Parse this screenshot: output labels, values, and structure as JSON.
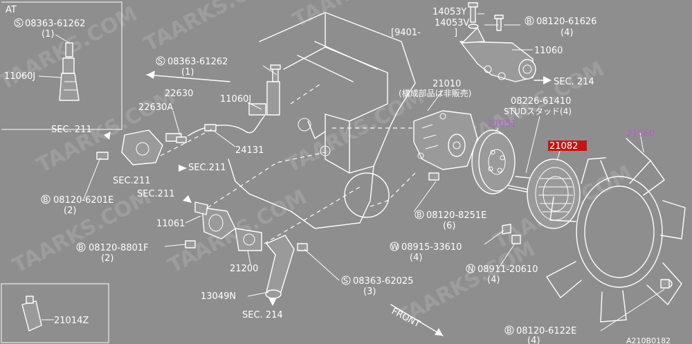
{
  "watermark": "TAARKS.COM",
  "inset": {
    "title": "AT",
    "bolt_circle": "S",
    "bolt_number": "08363-61262",
    "bolt_qty": "(1)",
    "part": "11060J"
  },
  "labels": {
    "l1_num": "14053Y",
    "l2_num": "14053V",
    "l3_num": "[9401-",
    "l3_end": "]",
    "b61626_circle": "B",
    "b61626_num": "08120-61626",
    "b61626_qty": "(4)",
    "p11060": "11060",
    "sec214_top": "SEC. 214",
    "s61262_circle": "S",
    "s61262_num": "08363-61262",
    "s61262_qty": "(1)",
    "p22630": "22630",
    "p22630a": "22630A",
    "p11060j": "11060J",
    "p21010": "21010",
    "p21010_note": "(構成部品は非販売)",
    "stud_num": "08226-61410",
    "stud_label": "STUDスタッド(4)",
    "sec211_a": "SEC. 211",
    "p24131": "24131",
    "p21051": "21051",
    "p21082": "21082",
    "p21060": "21060",
    "sec211_b": "SEC.211",
    "sec211_c": "SEC.211",
    "sec211_d": "SEC.211",
    "b6201e_circle": "B",
    "b6201e_num": "08120-6201E",
    "b6201e_qty": "(2)",
    "b8251e_circle": "B",
    "b8251e_num": "08120-8251E",
    "b8251e_qty": "(6)",
    "p11061": "11061",
    "b8801f_circle": "B",
    "b8801f_num": "08120-8801F",
    "b8801f_qty": "(2)",
    "w33610_circle": "W",
    "w33610_num": "08915-33610",
    "w33610_qty": "(4)",
    "n20610_circle": "N",
    "n20610_num": "08911-20610",
    "n20610_qty": "(4)",
    "p21200": "21200",
    "s62025_circle": "S",
    "s62025_num": "08363-62025",
    "s62025_qty": "(3)",
    "p13049n": "13049N",
    "sec214_bot": "SEC. 214",
    "p21014z": "21014Z",
    "front": "FRONT",
    "b6122e_circle": "B",
    "b6122e_num": "08120-6122E",
    "b6122e_qty": "(4)",
    "code": "A210B0182"
  }
}
